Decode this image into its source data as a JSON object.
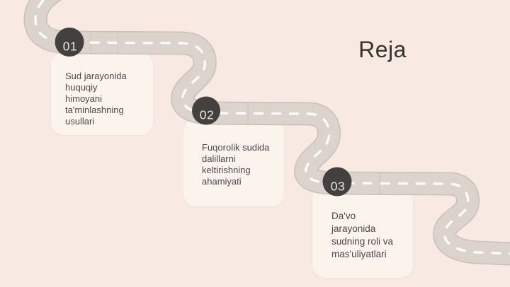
{
  "slide": {
    "title": "Reja",
    "steps": [
      {
        "number": "01",
        "lines": [
          "Sud jarayonida",
          "huquqiy",
          "himoyani",
          "ta'minlashning",
          "usullari"
        ]
      },
      {
        "number": "02",
        "lines": [
          "Fuqorolik sudida",
          "dalillarni",
          "keltirishning",
          "ahamiyati"
        ]
      },
      {
        "number": "03",
        "lines": [
          "Da'vo",
          "jarayonida",
          "sudning roli va",
          "mas'uliyatlari"
        ]
      }
    ],
    "colors": {
      "background": "#f8eae2",
      "card": "#fbf4ed",
      "card_text": "#4a4845",
      "title_text": "#35332e",
      "road": "#dcd4cc",
      "road_edge": "#c9c0b7",
      "road_seam": "#c8bfb6",
      "dash": "#fffdf8",
      "marker": "#424140",
      "marker_text": "#ebe6e0"
    }
  }
}
